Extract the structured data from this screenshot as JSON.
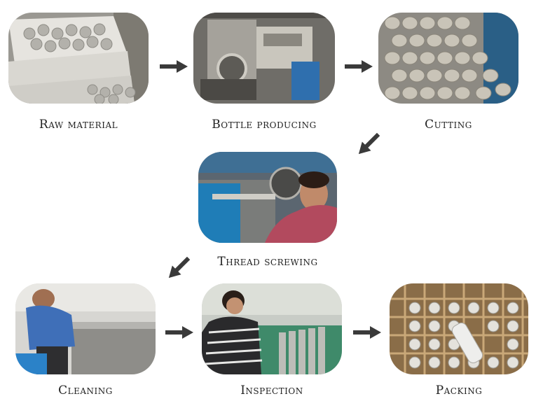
{
  "steps": [
    {
      "label": "Raw material"
    },
    {
      "label": "Bottle producing"
    },
    {
      "label": "Cutting"
    },
    {
      "label": "Thread screwing"
    },
    {
      "label": "Cleaning"
    },
    {
      "label": "Inspection"
    },
    {
      "label": "Packing"
    }
  ],
  "colors": {
    "arrow": "#3a3a3a",
    "label": "#222222",
    "metal": "#b9b6b0",
    "cardboard": "#a8875a",
    "crate_blue": "#2b82c8"
  }
}
